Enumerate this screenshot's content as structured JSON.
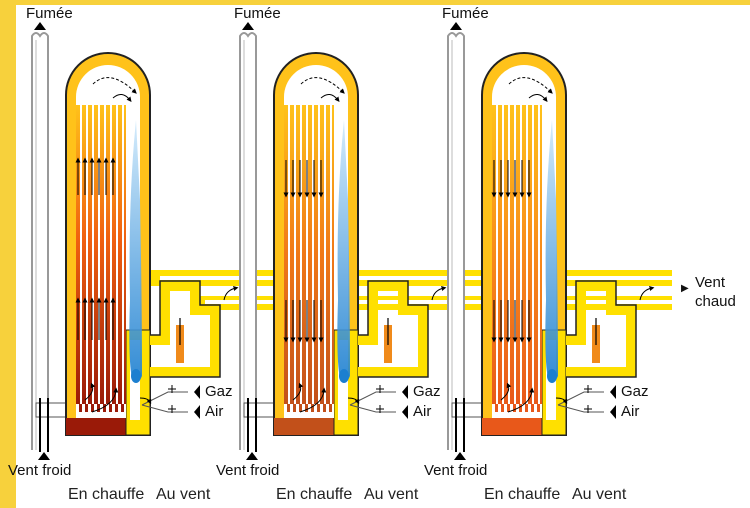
{
  "stoves": [
    {
      "fumee": "Fumée",
      "vent_froid": "Vent froid",
      "gaz": "Gaz",
      "air": "Air",
      "status_a": "En chauffe",
      "status_b": "Au vent",
      "colors": {
        "top": "#ffc21a",
        "bottom": "#9a1a08"
      }
    },
    {
      "fumee": "Fumée",
      "vent_froid": "Vent froid",
      "gaz": "Gaz",
      "air": "Air",
      "status_a": "En chauffe",
      "status_b": "Au vent",
      "colors": {
        "top": "#ffc21a",
        "bottom": "#c2501a"
      }
    },
    {
      "fumee": "Fumée",
      "vent_froid": "Vent froid",
      "gaz": "Gaz",
      "air": "Air",
      "status_a": "En chauffe",
      "status_b": "Au vent",
      "colors": {
        "top": "#ffc21a",
        "bottom": "#e8581a"
      }
    }
  ],
  "outlet": {
    "line1": "Vent",
    "line2": "chaud"
  },
  "colors": {
    "border": "#f7d13c",
    "refractory": "#ffe000",
    "flame": "#2a8fd8",
    "valve": "#f08a1a"
  }
}
